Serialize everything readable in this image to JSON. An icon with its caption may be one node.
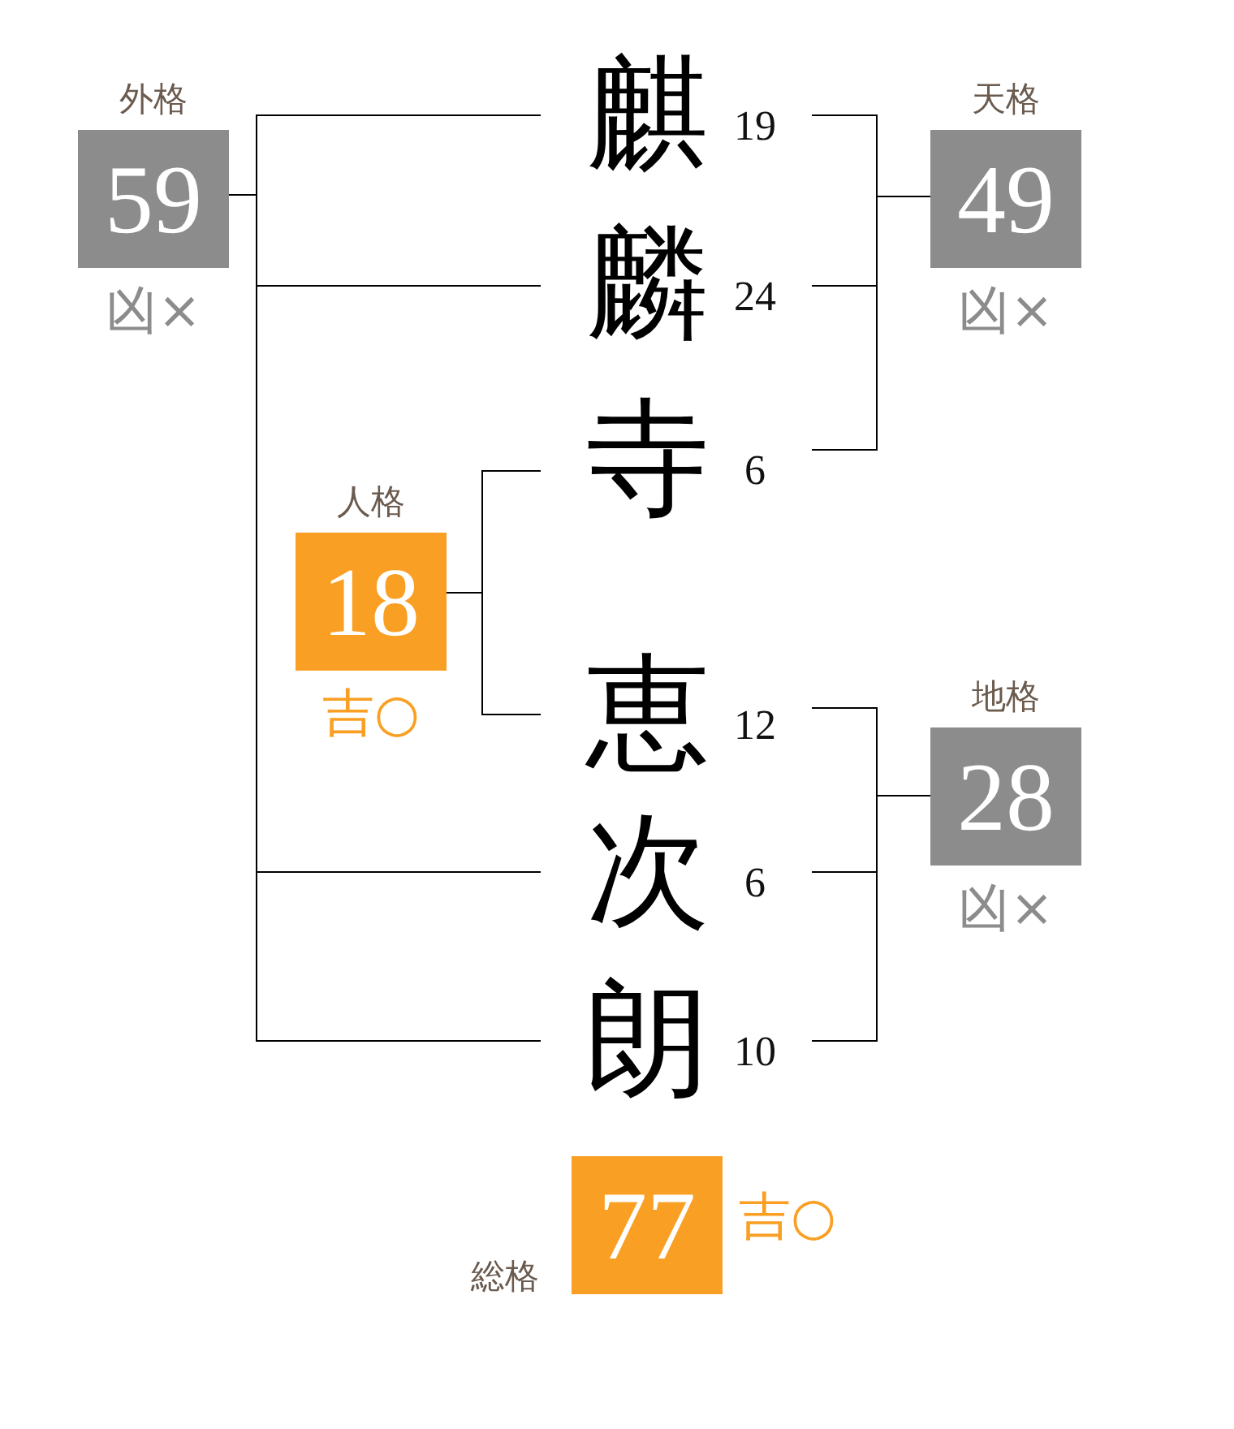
{
  "diagram": {
    "nodes": [
      {
        "text": [
          "麒"
        ],
        "beside": [
          "19"
        ]
      },
      {
        "text": [
          "麟"
        ],
        "beside": [
          "24"
        ]
      },
      {
        "text": [
          "寺"
        ],
        "beside": [
          "6"
        ]
      },
      {
        "text": [
          "恵"
        ],
        "beside": [
          "12"
        ]
      },
      {
        "text": [
          "次"
        ],
        "beside": [
          "6"
        ]
      },
      {
        "text": [
          "朗"
        ],
        "beside": [
          "10"
        ]
      },
      {
        "text": [
          "外格",
          "59"
        ],
        "beside": [
          "凶×"
        ]
      },
      {
        "text": [
          "天格",
          "49"
        ],
        "beside": [
          "凶×"
        ]
      },
      {
        "text": [
          "人格",
          "18"
        ],
        "beside": [
          "吉○"
        ]
      },
      {
        "text": [
          "地格",
          "28"
        ],
        "beside": [
          "凶×"
        ]
      },
      {
        "text": [
          "総格",
          "77"
        ],
        "beside": [
          "吉○"
        ]
      }
    ],
    "edges": [
      {
        "from": 6,
        "to": 0,
        "arrow": "none"
      },
      {
        "from": 6,
        "to": 1,
        "arrow": "none"
      },
      {
        "from": 6,
        "to": 4,
        "arrow": "none"
      },
      {
        "from": 6,
        "to": 5,
        "arrow": "none"
      },
      {
        "from": 7,
        "to": 0,
        "arrow": "none"
      },
      {
        "from": 7,
        "to": 1,
        "arrow": "none"
      },
      {
        "from": 7,
        "to": 2,
        "arrow": "none"
      },
      {
        "from": 8,
        "to": 2,
        "arrow": "none"
      },
      {
        "from": 8,
        "to": 3,
        "arrow": "none"
      },
      {
        "from": 9,
        "to": 3,
        "arrow": "none"
      },
      {
        "from": 9,
        "to": 4,
        "arrow": "none"
      },
      {
        "from": 9,
        "to": 5,
        "arrow": "none"
      }
    ]
  }
}
